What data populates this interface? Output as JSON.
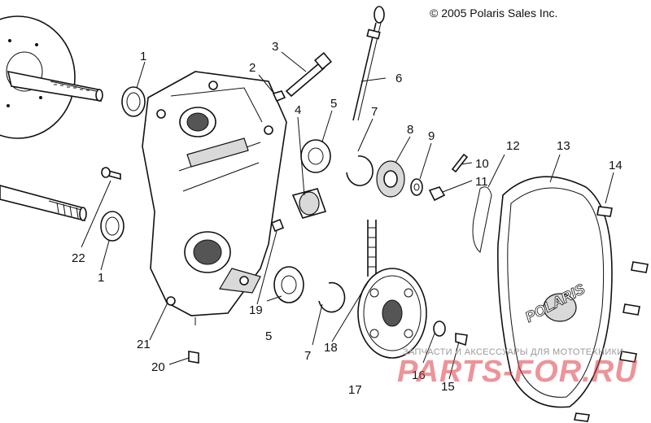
{
  "copyright": "© 2005 Polaris Sales Inc.",
  "watermark": {
    "caption": "ЗАПЧАСТИ И АКСЕССУАРЫ ДЛЯ МОТОТЕХНИКИ",
    "brand": "PARTS-FOR.RU",
    "color": "#dc3c46"
  },
  "cover_logo": "POLARIS",
  "callouts": [
    "1",
    "2",
    "3",
    "4",
    "5",
    "6",
    "7",
    "8",
    "9",
    "10",
    "11",
    "12",
    "13",
    "14",
    "1",
    "22",
    "5",
    "7",
    "18",
    "17",
    "16",
    "15",
    "19",
    "21",
    "20"
  ]
}
